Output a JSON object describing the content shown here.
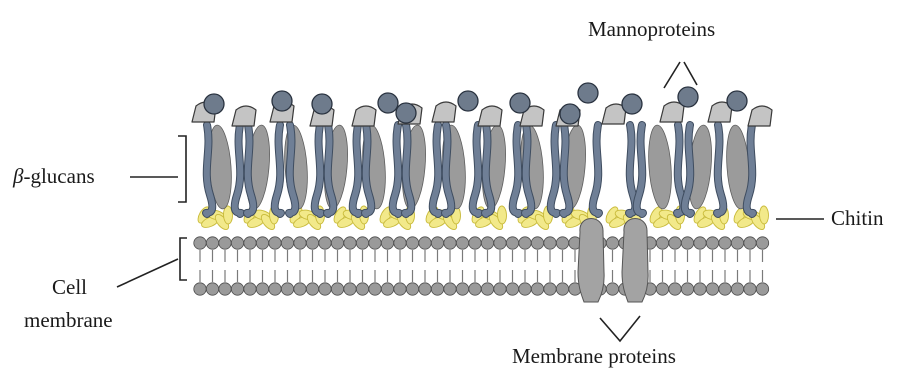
{
  "labels": {
    "mannoproteins": "Mannoproteins",
    "glucans_symbol": "β",
    "glucans_text": "-glucans",
    "chitin": "Chitin",
    "cell": "Cell",
    "membrane": "membrane",
    "membrane_proteins": "Membrane proteins"
  },
  "colors": {
    "phospholipid_head": "#9a9a9a",
    "phospholipid_tail": "#7a7a7a",
    "chitin": "#f2e98a",
    "chitin_edge": "#c9bb3c",
    "glucan_chain": "#6f7f96",
    "glucan_blob": "#9b9b9b",
    "mannoprotein_wedge": "#c4c4c4",
    "mannoprotein_ball": "#6e7b8c",
    "membrane_protein": "#a3a3a3",
    "line": "#222222"
  }
}
